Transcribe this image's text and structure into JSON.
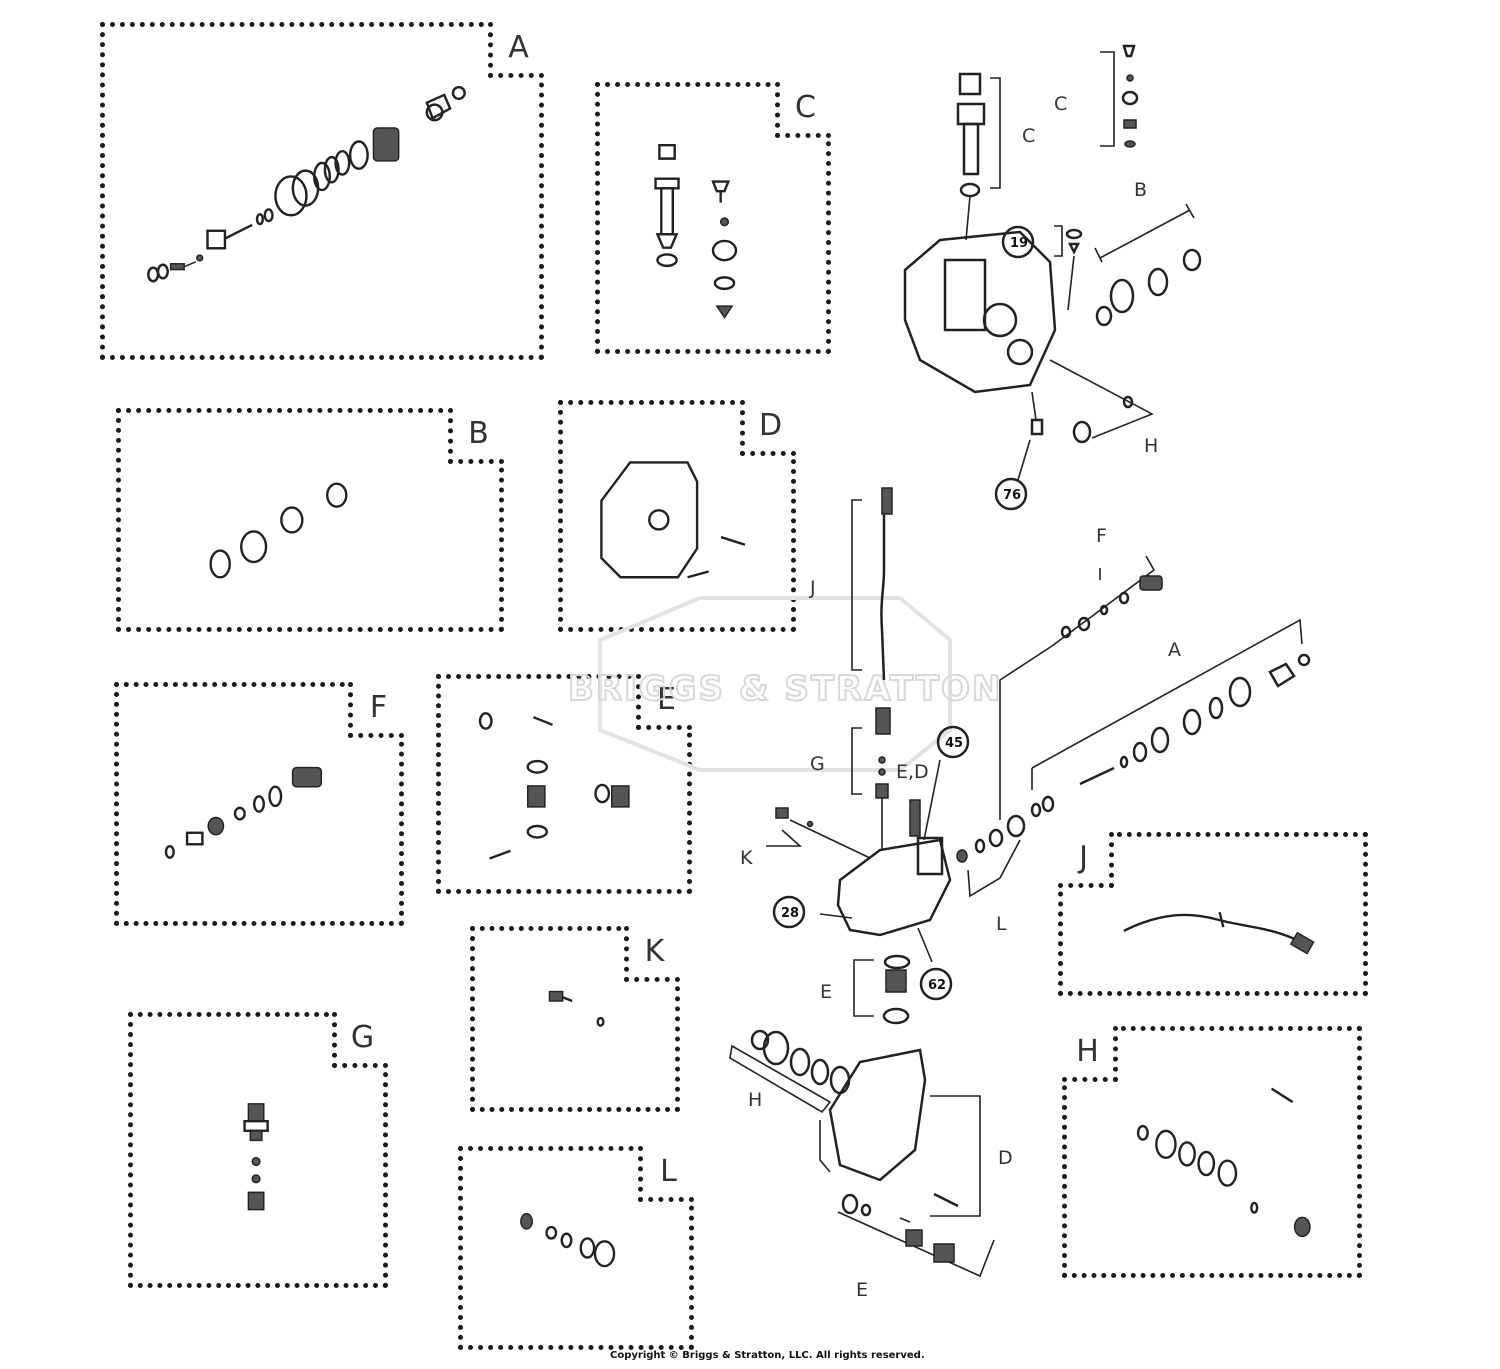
{
  "watermark": "BRIGGS & STRATTON",
  "copyright": "Copyright © Briggs & Stratton, LLC. All rights reserved.",
  "kits": [
    {
      "id": "A",
      "label": "A"
    },
    {
      "id": "B",
      "label": "B"
    },
    {
      "id": "C",
      "label": "C"
    },
    {
      "id": "D",
      "label": "D"
    },
    {
      "id": "E",
      "label": "E"
    },
    {
      "id": "F",
      "label": "F"
    },
    {
      "id": "G",
      "label": "G"
    },
    {
      "id": "H",
      "label": "H"
    },
    {
      "id": "J",
      "label": "J"
    },
    {
      "id": "K",
      "label": "K"
    },
    {
      "id": "L",
      "label": "L"
    }
  ],
  "assembly_labels": {
    "c1": "C",
    "c2": "C",
    "b": "B",
    "h1": "H",
    "f": "F",
    "a": "A",
    "j": "J",
    "g": "G",
    "ed": "E,D",
    "k": "K",
    "l": "L",
    "e1": "E",
    "h2": "H",
    "d": "D",
    "e2": "E"
  },
  "callouts": {
    "c19": "19",
    "c76": "76",
    "c45": "45",
    "c28": "28",
    "c62": "62"
  }
}
